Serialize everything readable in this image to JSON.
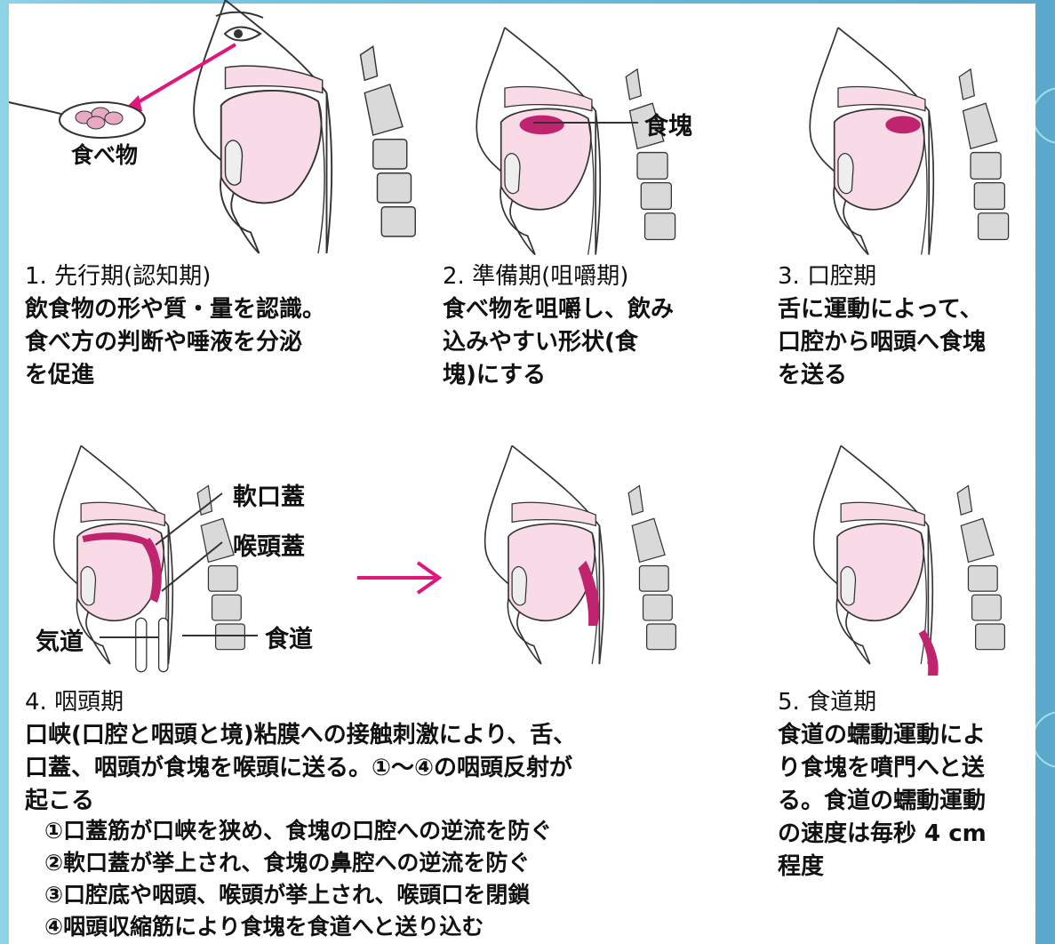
{
  "colors": {
    "magenta": "#e0167d",
    "bolus": "#c0246f",
    "tissue": "#f8dbe6",
    "outline": "#333333",
    "bone": "#d9d9d9"
  },
  "labels": {
    "food": "食べ物",
    "bolus": "食塊",
    "soft_palate": "軟口蓋",
    "epiglottis": "喉頭蓋",
    "trachea": "気道",
    "esophagus": "食道"
  },
  "stages": [
    {
      "title": "1. 先行期(認知期)",
      "lines": [
        "飲食物の形や質・量を認識。",
        "食べ方の判断や唾液を分泌",
        "を促進"
      ]
    },
    {
      "title": "2. 準備期(咀嚼期)",
      "lines": [
        "食べ物を咀嚼し、飲み",
        "込みやすい形状(食",
        "塊)にする"
      ]
    },
    {
      "title": "3. 口腔期",
      "lines": [
        "舌に運動によって、",
        "口腔から咽頭へ食塊",
        "を送る"
      ]
    },
    {
      "title": "4. 咽頭期",
      "lines": [
        "口峡(口腔と咽頭と境)粘膜への接触刺激により、舌、",
        "口蓋、咽頭が食塊を喉頭に送る。①〜④の咽頭反射が",
        "起こる"
      ]
    },
    {
      "title": "5. 食道期",
      "lines": [
        "食道の蠕動運動によ",
        "り食塊を噴門へと送",
        "る。食道の蠕動運動",
        "の速度は毎秒 4 cm",
        "程度"
      ]
    }
  ],
  "reflexes": [
    "①口蓋筋が口峡を狭め、食塊の口腔への逆流を防ぐ",
    "②軟口蓋が挙上され、食塊の鼻腔への逆流を防ぐ",
    "③口腔底や咽頭、喉頭が挙上され、喉頭口を閉鎖",
    "④咽頭収縮筋により食塊を食道へと送り込む"
  ]
}
